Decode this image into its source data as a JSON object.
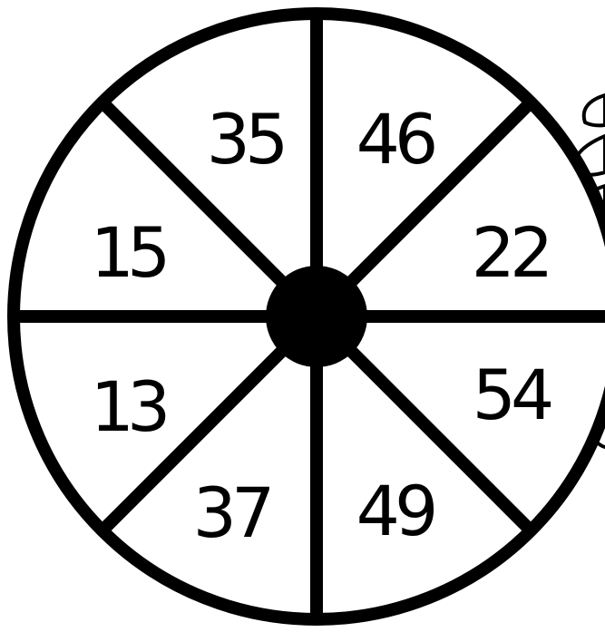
{
  "spinner": {
    "ring_color": "#000000",
    "fill_color": "#ffffff",
    "sections": [
      {
        "label": "35"
      },
      {
        "label": "46"
      },
      {
        "label": "22"
      },
      {
        "label": "54"
      },
      {
        "label": "49"
      },
      {
        "label": "37"
      },
      {
        "label": "13"
      },
      {
        "label": "15"
      }
    ]
  },
  "decoration": {
    "icon": "cartoon-hand-icon"
  }
}
